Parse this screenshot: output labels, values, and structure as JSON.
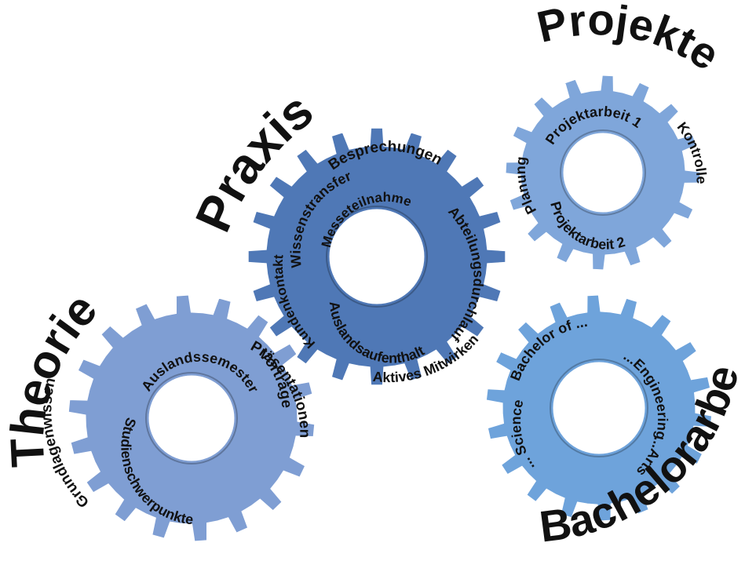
{
  "colors": {
    "theorie": "#7F9ED3",
    "praxis": "#4F78B6",
    "projekte": "#7FA6DA",
    "bachelor": "#6EA3DB",
    "text": "#111111"
  },
  "gears": {
    "theorie": {
      "title": "Theorie",
      "labels": [
        "Grundlagenwissen",
        "Auslandssemester",
        "Vorträge",
        "Präsentationen",
        "Studienschwerpunkte",
        "Auslandssemester"
      ]
    },
    "praxis": {
      "title": "Praxis",
      "labels": [
        "Besprechungen",
        "Wissenstransfer",
        "Messeteilnahme",
        "Kundenkontakt",
        "Abteilungsdurchlauf",
        "Auslandsaufenthalt",
        "Aktives Mitwirken"
      ]
    },
    "projekte": {
      "title": "Projekte",
      "labels": [
        "Projektarbeit 1",
        "Kontrolle",
        "Planung",
        "Projektarbeit 2"
      ]
    },
    "bachelor": {
      "title": "Bachelorarbeit",
      "labels": [
        "Bachelor of ...",
        "... Science",
        "...Engineering",
        "...Arts"
      ]
    }
  }
}
